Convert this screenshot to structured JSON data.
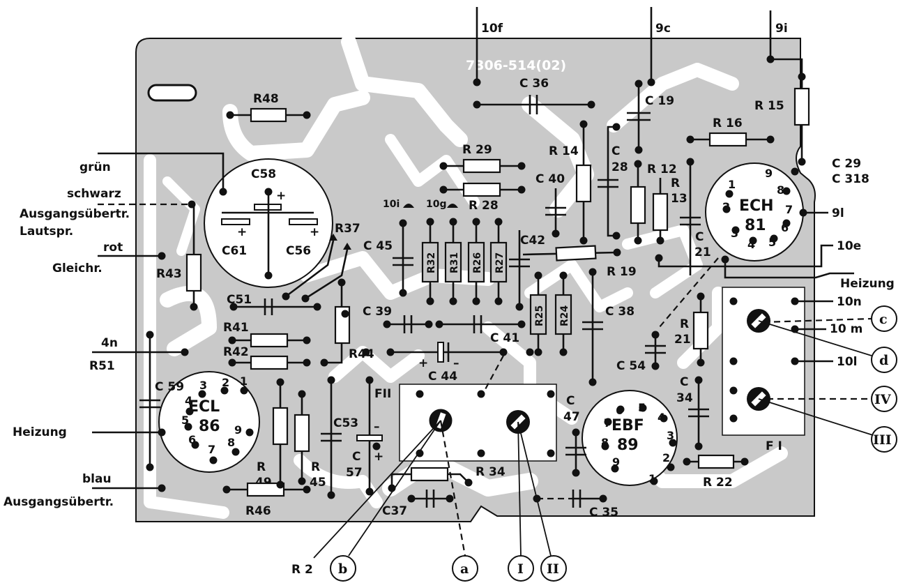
{
  "board_code": "7306-514(02)",
  "tubes": [
    {
      "id": "ecl86",
      "type": "ECL",
      "number": "86",
      "pins": [
        "1",
        "2",
        "3",
        "4",
        "5",
        "6",
        "7",
        "8",
        "9"
      ]
    },
    {
      "id": "ebf89",
      "type": "EBF",
      "number": "89",
      "pins": [
        "1",
        "2",
        "3",
        "4",
        "5",
        "6",
        "7",
        "8",
        "9"
      ]
    },
    {
      "id": "ech81",
      "type": "ECH",
      "number": "81",
      "pins": [
        "1",
        "2",
        "3",
        "4",
        "5",
        "6",
        "7",
        "8",
        "9"
      ]
    }
  ],
  "wire_labels": {
    "top_10f": "10f",
    "top_9c": "9c",
    "top_9i": "9i",
    "gruen": "grün",
    "schwarz": "schwarz",
    "ausgangsuebertr_1": "Ausgangsübertr.",
    "lautspr": "Lautspr.",
    "rot": "rot",
    "gleichr": "Gleichr.",
    "n4": "4n",
    "r51": "R51",
    "heizung_left": "Heizung",
    "blau": "blau",
    "ausgangsuebertr_2": "Ausgangsübertr.",
    "c29": "C 29",
    "c318": "C 318",
    "r91": "9l",
    "r10e": "10e",
    "heizung_right": "Heizung",
    "r10n": "10n",
    "r10m": "10 m",
    "r10l": "10l",
    "r10i": "10i",
    "r10g": "10g",
    "fii": "FII",
    "fi": "F I"
  },
  "components": {
    "R48": "R48",
    "C58": "C58",
    "C61": "C61",
    "C56": "C56",
    "R43": "R43",
    "R37": "R37",
    "C51": "C51",
    "R41": "R41",
    "R42": "R42",
    "C59": "C 59",
    "R44": "R44",
    "R49a": "R",
    "R49b": "49",
    "R45a": "R",
    "R45b": "45",
    "C53": "C53",
    "C57a": "C",
    "C57b": "57",
    "R46": "R46",
    "C45": "C 45",
    "R32": "R32",
    "R31": "R31",
    "R26": "R26",
    "R27": "R27",
    "R29": "R 29",
    "R28": "R 28",
    "C36": "C 36",
    "C39": "C 39",
    "C41": "C 41",
    "C44": "C 44",
    "C42": "C42",
    "C40": "C 40",
    "R14": "R 14",
    "C28a": "C",
    "C28b": "28",
    "R12": "R 12",
    "R13a": "R",
    "R13b": "13",
    "C19": "C 19",
    "R16": "R 16",
    "R15": "R 15",
    "R19": "R 19",
    "C21a": "C",
    "C21b": "21",
    "R25": "R25",
    "R24": "R24",
    "C38": "C 38",
    "C54": "C 54",
    "R21a": "R",
    "R21b": "21",
    "C34a": "C",
    "C34b": "34",
    "C47a": "C",
    "C47b": "47",
    "R22": "R 22",
    "R34": "R 34",
    "C37": "C37",
    "C35": "C 35",
    "R2": "R 2"
  },
  "circle_markers": {
    "a": "a",
    "b": "b",
    "c": "c",
    "d": "d",
    "I": "I",
    "II": "II",
    "III": "III",
    "IV": "IV"
  },
  "colors": {
    "board": "#c9c9c9",
    "trace": "#ffffff",
    "ink": "#111111"
  }
}
